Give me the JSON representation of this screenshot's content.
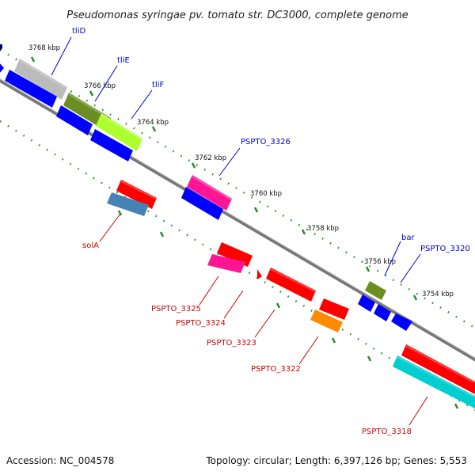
{
  "title": "Pseudomonas syringae pv. tomato str. DC3000, complete genome",
  "footer": {
    "accession": "Accession: NC_004578",
    "summary": "Topology: circular; Length: 6,397,126 bp; Genes: 5,553"
  },
  "ticks": [
    "3768 kbp",
    "3766 kbp",
    "3764 kbp",
    "3762 kbp",
    "3760 kbp",
    "3758 kbp",
    "3756 kbp",
    "3754 kbp"
  ],
  "genes_top": [
    "tliD",
    "tliE",
    "tliF",
    "PSPTO_3326",
    "bar",
    "PSPTO_3320"
  ],
  "genes_bottom": [
    "solA",
    "PSPTO_3325",
    "PSPTO_3324",
    "PSPTO_3323",
    "PSPTO_3322",
    "PSPTO_3318"
  ],
  "colors": {
    "backbone": "#777777",
    "tick_green": "#2a8a2a",
    "label_blue": "#0000cc",
    "label_red": "#cc0000",
    "cds_blue": "#0000ff",
    "gray": "#bbbbbb",
    "olive": "#6b8e23",
    "lime": "#adff2f",
    "pink": "#ff1493",
    "red": "#ff0000",
    "steel": "#4682b4",
    "orange": "#ff8c00",
    "cyan": "#00ced1",
    "navy": "#000080"
  }
}
